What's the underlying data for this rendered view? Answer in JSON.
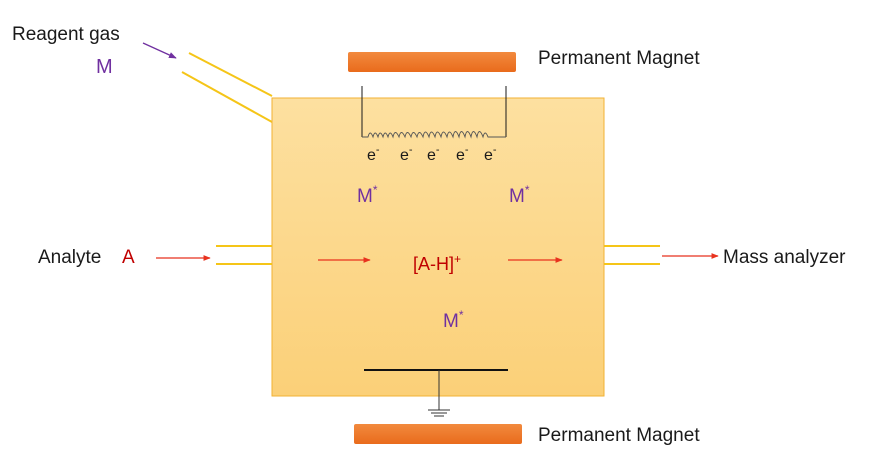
{
  "labels": {
    "reagent_gas": "Reagent gas",
    "reagent_symbol": "M",
    "magnet_top": "Permanent Magnet",
    "magnet_bottom": "Permanent Magnet",
    "analyte": "Analyte",
    "analyte_symbol": "A",
    "mass_analyzer": "Mass analyzer"
  },
  "electrons": {
    "base": "e",
    "charge": "-"
  },
  "species": {
    "m_base": "M",
    "m_sup": "*",
    "ion_base": "[A-H]",
    "ion_sup": "+"
  },
  "colors": {
    "chamber_fill_top": "#fde3a7",
    "chamber_fill_bottom": "#fbd479",
    "chamber_border": "#f2b233",
    "magnet": "#ed7d31",
    "tube": "#f5c518",
    "arrow_red": "#e8321e",
    "arrow_purple": "#7030a0",
    "text_purple": "#7030a0",
    "text_red": "#c00000"
  }
}
